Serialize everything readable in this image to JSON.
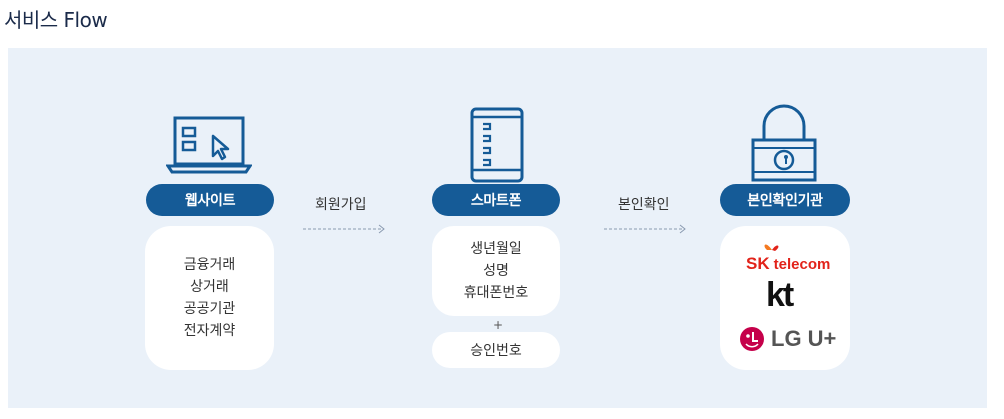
{
  "title": "서비스 Flow",
  "steps": {
    "website": {
      "label": "웹사이트",
      "items": [
        "금융거래",
        "상거래",
        "공공기관",
        "전자계약"
      ]
    },
    "arrow1": "회원가입",
    "smartphone": {
      "label": "스마트폰",
      "items": [
        "생년월일",
        "성명",
        "휴대폰번호"
      ],
      "plus": "+",
      "extra": "승인번호"
    },
    "arrow2": "본인확인",
    "agency": {
      "label": "본인확인기관",
      "sk": {
        "brand": "SK",
        "rest": "telecom"
      },
      "kt": "kt",
      "lg": "LG U+"
    }
  },
  "colors": {
    "panel_bg": "#eaf1f9",
    "pill_bg": "#155b97",
    "icon_stroke": "#155b97",
    "sk_red": "#e2231a",
    "sk_orange": "#f47920",
    "lg_magenta": "#c5004a"
  }
}
